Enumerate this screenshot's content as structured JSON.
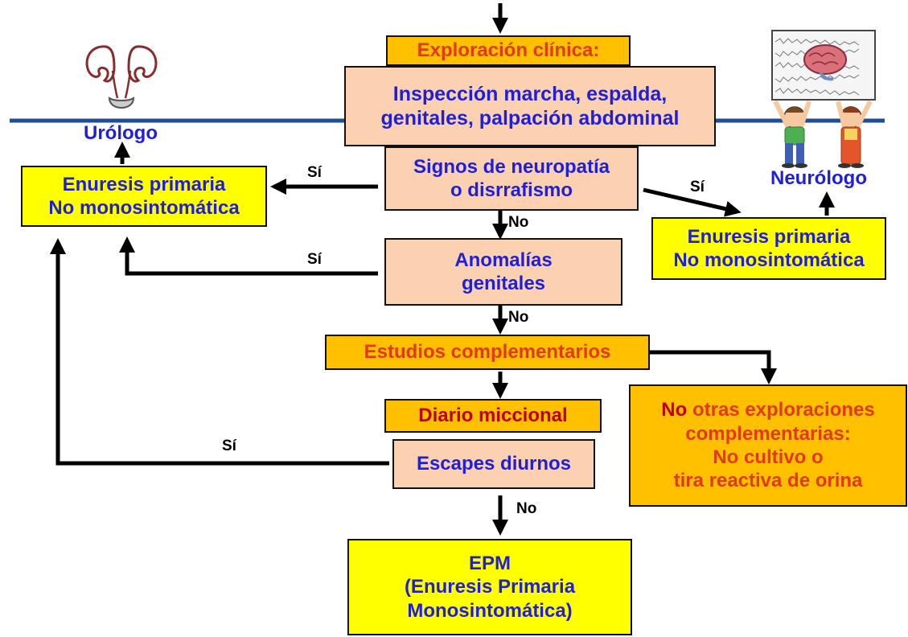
{
  "flow": {
    "exploracion_title": "Exploración clínica:",
    "inspeccion": [
      "Inspección marcha, espalda,",
      "genitales, palpación abdominal"
    ],
    "signos": [
      "Signos de neuropatía",
      "o disrrafismo"
    ],
    "anomalias": [
      "Anomalías",
      "genitales"
    ],
    "estudios": "Estudios complementarios",
    "diario": "Diario miccional",
    "escapes": "Escapes diurnos",
    "epm": [
      "EPM",
      "(Enuresis Primaria",
      "Monosintomática)"
    ]
  },
  "left_branch": {
    "specialist": "Urólogo",
    "box": [
      "Enuresis primaria",
      "No monosintomática"
    ]
  },
  "right_branch": {
    "specialist": "Neurólogo",
    "box": [
      "Enuresis primaria",
      "No monosintomática"
    ]
  },
  "no_exploraciones": {
    "line1_no": "No",
    "line1_rest": " otras exploraciones",
    "line2": "complementarias:",
    "line3": "No cultivo o",
    "line4": "tira reactiva de orina"
  },
  "edge_labels": {
    "si_left_1": "Sí",
    "si_right": "Sí",
    "si_left_2": "Sí",
    "si_left_3": "Sí",
    "no_1": "No",
    "no_2": "No",
    "no_3": "No"
  },
  "icons": {
    "kidney": "kidney-icon",
    "neurologist": "brain-eeg-children-icon"
  },
  "colors": {
    "peach": "#fcd1b1",
    "yellow": "#ffff00",
    "orange": "#ffc000",
    "blue_text": "#1f1fd8",
    "red_text": "#e23a12",
    "line_blue": "#1f4e99"
  }
}
